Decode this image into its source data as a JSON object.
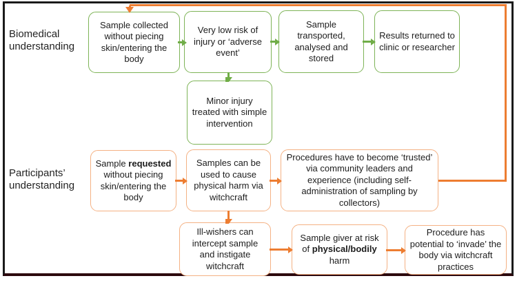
{
  "labels": {
    "biomedical": "Biomedical understanding",
    "participants": "Participants’ understanding"
  },
  "biomedical_row": {
    "collected": "Sample collected without piecing skin/entering the body",
    "risk": "Very low risk of injury or ‘adverse event’",
    "transported": "Sample transported, analysed and stored",
    "results": "Results returned to clinic or researcher",
    "minor_injury": "Minor injury treated with simple intervention"
  },
  "participants_row": {
    "requested": {
      "pre": "Sample ",
      "bold": "requested",
      "post": " without piecing skin/entering the body"
    },
    "witchcraft_harm": "Samples can be used to cause physical harm via witchcraft",
    "trusted": "Procedures have to become ‘trusted’ via community leaders and experience (including self-administration of sampling by collectors)",
    "ill_wishers": "Ill-wishers can intercept sample and instigate witchcraft",
    "giver_risk": {
      "pre": "Sample giver at risk of ",
      "bold": "physical/bodily",
      "post": " harm"
    },
    "invade": "Procedure has potential to ‘invade’ the body via witchcraft practices"
  },
  "colors": {
    "green": "#70AD47",
    "green_border": "#7DB356",
    "orange": "#ED7D31",
    "orange_border": "#F4B183",
    "frame": "#1a1a1a",
    "frame_bottom": "#2c080d",
    "text": "#1c1c1c"
  }
}
